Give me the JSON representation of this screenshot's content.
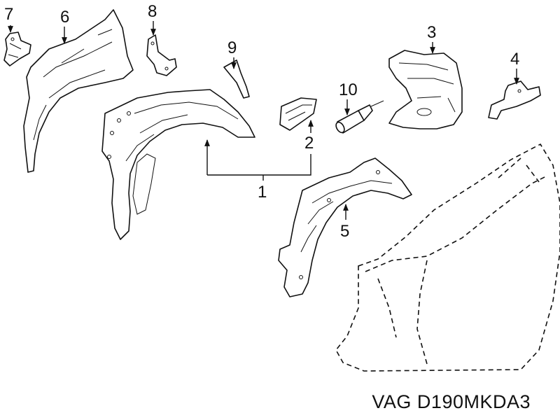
{
  "callouts": [
    "1",
    "2",
    "3",
    "4",
    "5",
    "6",
    "7",
    "8",
    "9",
    "10"
  ],
  "caption": "VAG D190MKDA3",
  "colors": {
    "line": "#111111",
    "background": "#ffffff"
  }
}
